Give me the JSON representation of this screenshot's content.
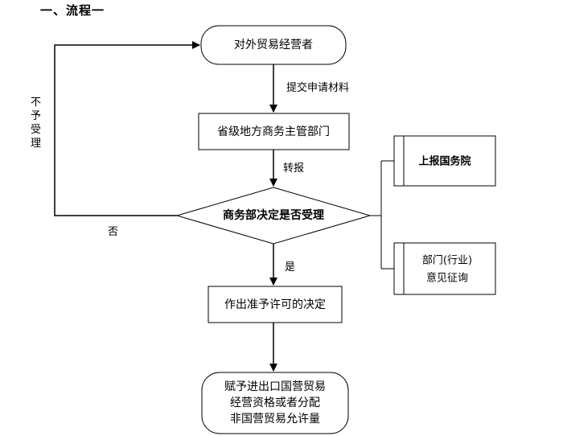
{
  "heading": "一、流程一",
  "nodes": {
    "start": "对外贸易经营者",
    "provincial": "省级地方商务主管部门",
    "decision": "商务部决定是否受理",
    "permit": "作出准予许可的决定",
    "result": [
      "赋予进出口国营贸易",
      "经营资格或者分配",
      "非国营贸易允许量"
    ],
    "state_council": "上报国务院",
    "dept_consult": [
      "部门(行业)",
      "意见征询"
    ]
  },
  "edges": {
    "submit": "提交申请材料",
    "forward": "转报",
    "yes": "是",
    "no": "否",
    "reject": [
      "不",
      "予",
      "受",
      "理"
    ]
  }
}
